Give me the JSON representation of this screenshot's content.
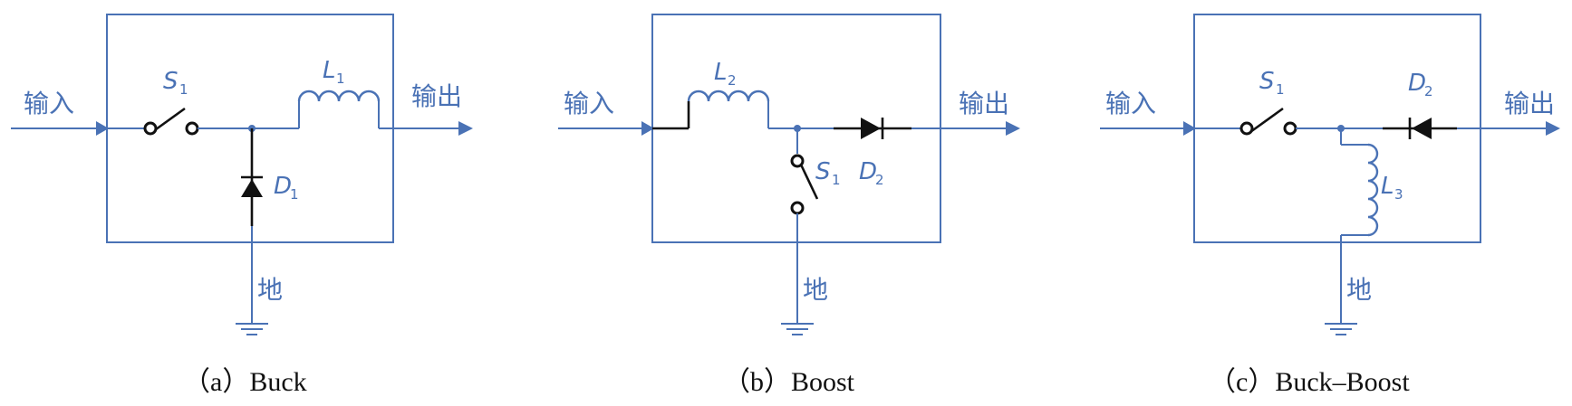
{
  "panels": {
    "a": {
      "input_label": "输入",
      "output_label": "输出",
      "ground_label": "地",
      "switch": {
        "letter": "S",
        "sub": "1"
      },
      "inductor": {
        "letter": "L",
        "sub": "1"
      },
      "diode": {
        "letter": "D",
        "sub": "1"
      },
      "caption": "（a）Buck"
    },
    "b": {
      "input_label": "输入",
      "output_label": "输出",
      "ground_label": "地",
      "switch": {
        "letter": "S",
        "sub": "1"
      },
      "inductor": {
        "letter": "L",
        "sub": "2"
      },
      "diode": {
        "letter": "D",
        "sub": "2"
      },
      "caption": "（b）Boost"
    },
    "c": {
      "input_label": "输入",
      "output_label": "输出",
      "ground_label": "地",
      "switch": {
        "letter": "S",
        "sub": "1"
      },
      "inductor": {
        "letter": "L",
        "sub": "3"
      },
      "diode": {
        "letter": "D",
        "sub": "2"
      },
      "caption": "（c）Buck–Boost"
    }
  },
  "colors": {
    "wire": "#4a72b5",
    "component": "#111111"
  }
}
